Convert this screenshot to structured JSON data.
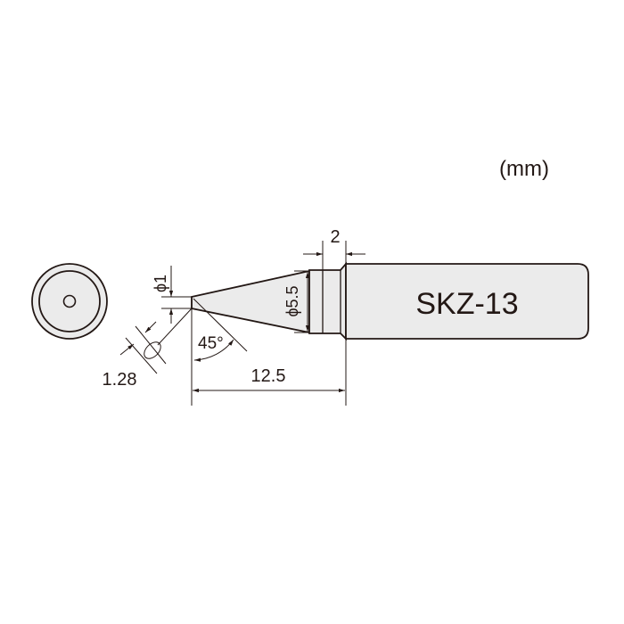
{
  "unit_label": "(mm)",
  "model_label": "SKZ-13",
  "dimensions": {
    "tip_diameter": "ϕ1",
    "cone_diameter": "ϕ5.5",
    "collar_length": "2",
    "cone_length": "12.5",
    "flat_width": "1.28",
    "angle": "45°"
  },
  "colors": {
    "line": "#231815",
    "fill": "#ebebeb"
  }
}
